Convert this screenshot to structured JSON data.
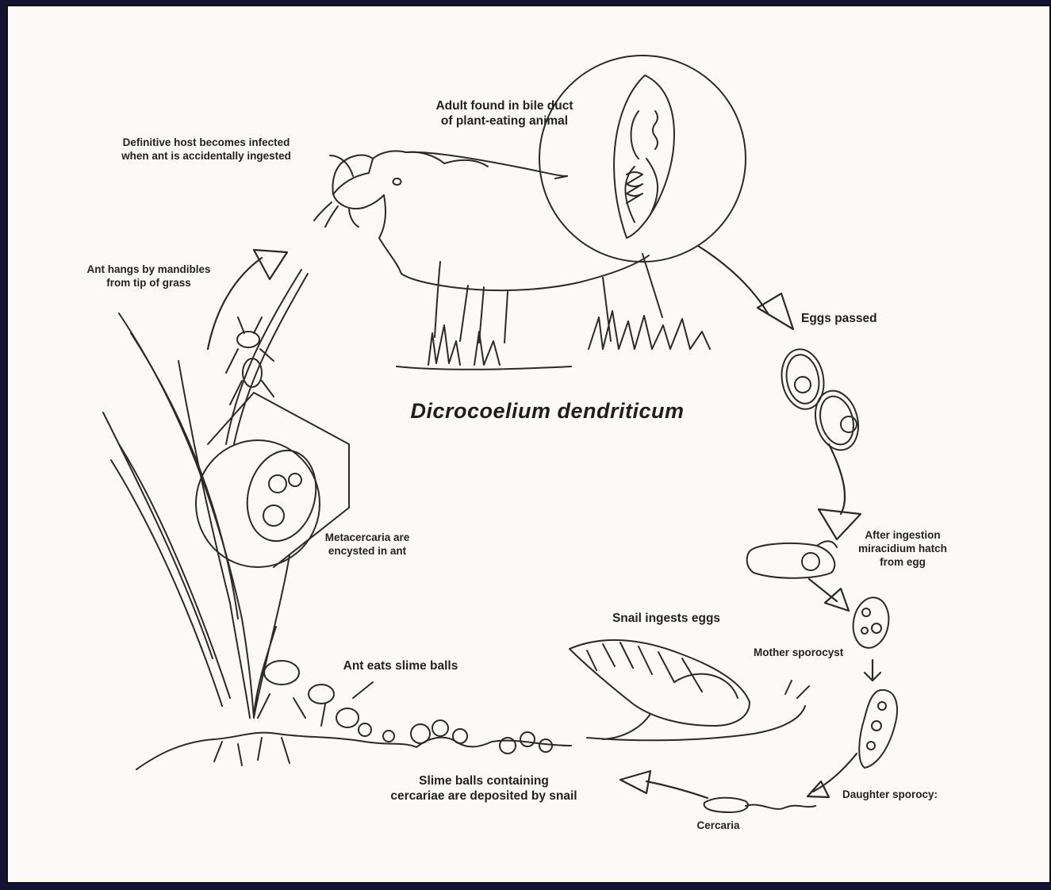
{
  "title": "Dicrocoelium dendriticum",
  "labels": {
    "adult": "Adult found in bile duct\nof plant-eating animal",
    "definitive": "Definitive host becomes infected\nwhen ant is accidentally ingested",
    "ant_hangs": "Ant hangs by mandibles\nfrom tip of grass",
    "eggs_passed": "Eggs passed",
    "metacercaria": "Metacercaria are\nencysted in ant",
    "after_ingestion": "After ingestion\nmiracidium hatch\nfrom egg",
    "snail_ingests": "Snail ingests eggs",
    "mother": "Mother sporocyst",
    "ant_eats": "Ant eats slime balls",
    "daughter": "Daughter sporocy:",
    "slime_balls": "Slime balls containing\ncercariae are deposited by snail",
    "cercaria": "Cercaria"
  },
  "colors": {
    "ink": "#222222",
    "paper": "#fbfaf6",
    "border": "#121232"
  }
}
